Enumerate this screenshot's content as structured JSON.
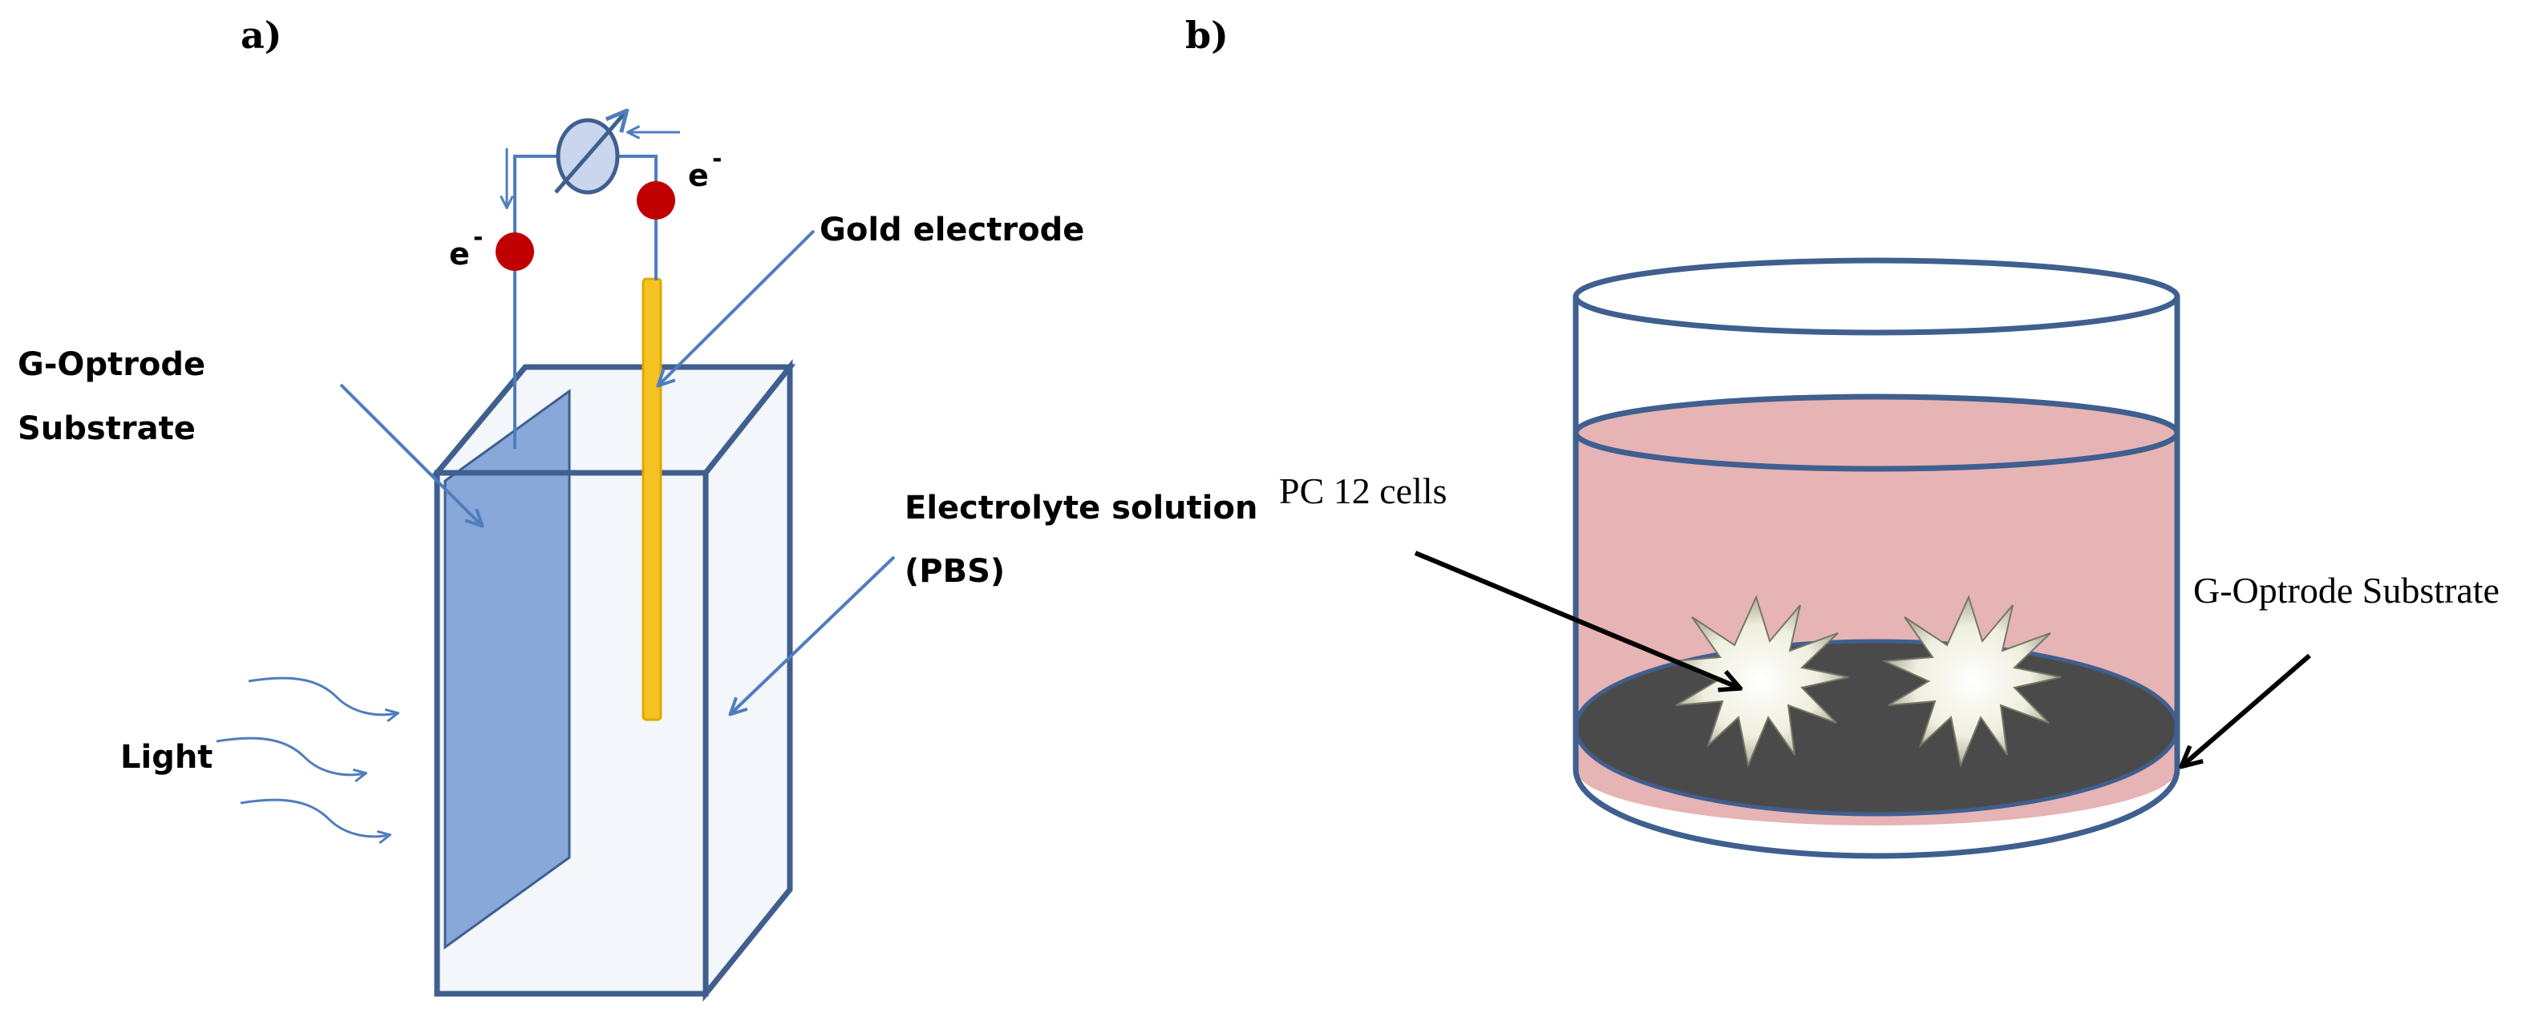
{
  "panel_a": {
    "label": "a)",
    "labels": {
      "g_optrode_line1": "G-Optrode",
      "g_optrode_line2": "Substrate",
      "gold_electrode": "Gold electrode",
      "electrolyte_line1": "Electrolyte solution",
      "electrolyte_line2": "(PBS)",
      "light": "Light",
      "electron_left": "e",
      "electron_right": "e",
      "electron_sign": "-"
    }
  },
  "panel_b": {
    "label": "b)",
    "labels": {
      "pc12_cells": "PC 12 cells",
      "g_optrode_substrate": "G-Optrode Substrate"
    }
  },
  "colors": {
    "outline_blue": "#3F5F8F",
    "wire_blue": "#4F7DBD",
    "substrate_blue": "#87A8D8",
    "box_fill": "#F3F6FB",
    "gold": "#F4C223",
    "electron_red": "#C00000",
    "medium_pink": "#E6B4B4",
    "substrate_dark": "#4A4A4A",
    "cell_white": "#F2F2E8"
  }
}
